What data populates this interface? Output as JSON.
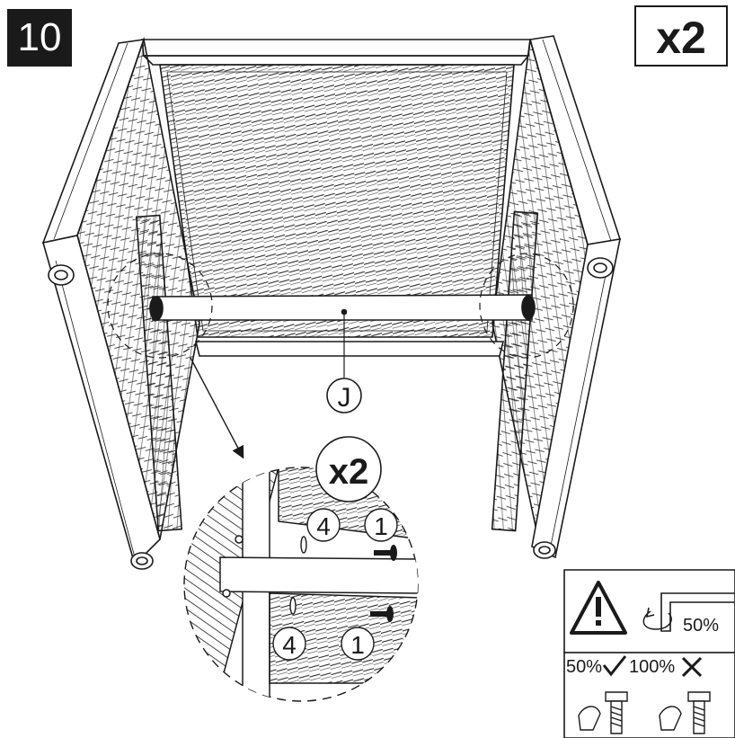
{
  "step": {
    "number": "10",
    "quantity": "x2"
  },
  "parts": {
    "rail_label": "J"
  },
  "detail": {
    "quantity": "x2",
    "callouts": [
      "4",
      "1",
      "4",
      "1"
    ]
  },
  "warning": {
    "torque_percent": "50%",
    "check_left": "50%",
    "check_right": "100%"
  },
  "icons": [
    "warning-triangle-icon",
    "allen-key-icon",
    "rotate-icon",
    "hand-icon",
    "bolt-icon",
    "check-icon",
    "cross-icon"
  ],
  "colors": {
    "line": "#1a1a1a",
    "background": "#ffffff"
  }
}
